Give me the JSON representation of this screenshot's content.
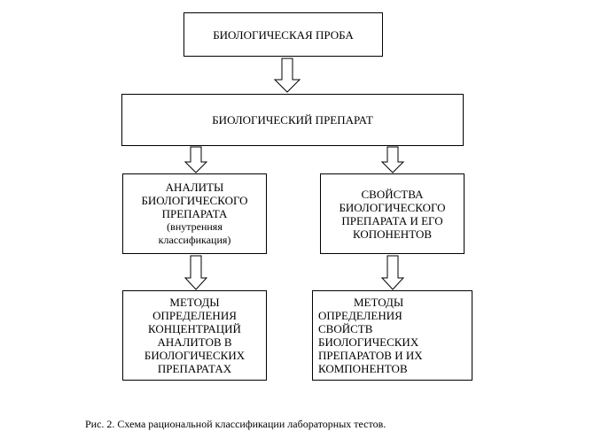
{
  "boxes": {
    "top": "БИОЛОГИЧЕСКАЯ ПРОБА",
    "middle": "БИОЛОГИЧЕСКИЙ ПРЕПАРАТ",
    "analytes": [
      "АНАЛИТЫ",
      "БИОЛОГИЧЕСКОГО",
      "ПРЕПАРАТА",
      "(внутренняя",
      "классификация)"
    ],
    "properties": [
      "СВОЙСТВА",
      "БИОЛОГИЧЕСКОГО",
      "ПРЕПАРАТА И ЕГО",
      "КОПОНЕНТОВ"
    ],
    "methods_left": [
      "МЕТОДЫ",
      "ОПРЕДЕЛЕНИЯ",
      "КОНЦЕНТРАЦИЙ",
      "АНАЛИТОВ В",
      "БИОЛОГИЧЕСКИХ",
      "ПРЕПАРАТАХ"
    ],
    "methods_right": [
      "МЕТОДЫ",
      "ОПРЕДЕЛЕНИЯ",
      "СВОЙСТВ",
      "БИОЛОГИЧЕСКИХ",
      "ПРЕПАРАТОВ И ИХ",
      "КОМПОНЕНТОВ"
    ]
  },
  "caption": "Рис. 2. Схема рациональной классификации лабораторных тестов."
}
